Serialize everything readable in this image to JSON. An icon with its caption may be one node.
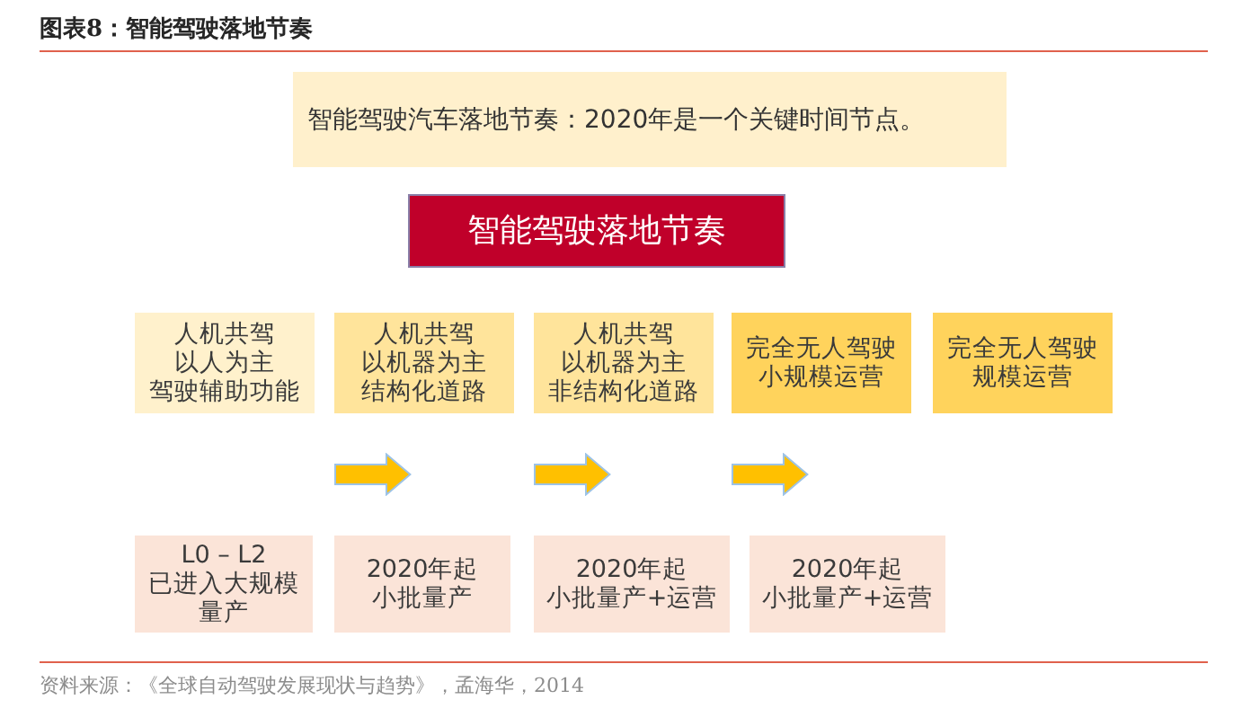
{
  "diagram": {
    "title": "图表8：智能驾驶落地节奏",
    "nodes": [
      {
        "text": [
          "智能驾驶汽车落地节奏：2020年是一个关键时间节点。"
        ]
      },
      {
        "text": [
          "智能驾驶落地节奏"
        ]
      },
      {
        "text": [
          "人机共驾",
          "以人为主",
          "驾驶辅助功能"
        ]
      },
      {
        "text": [
          "人机共驾",
          "以机器为主",
          "结构化道路"
        ]
      },
      {
        "text": [
          "人机共驾",
          "以机器为主",
          "非结构化道路"
        ]
      },
      {
        "text": [
          "完全无人驾驶",
          "小规模运营"
        ]
      },
      {
        "text": [
          "完全无人驾驶",
          "规模运营"
        ]
      },
      {
        "text": [
          "L0 – L2",
          "已进入大规模量产"
        ]
      },
      {
        "text": [
          "2020年起",
          "小批量产"
        ]
      },
      {
        "text": [
          "2020年起",
          "小批量产+运营"
        ]
      },
      {
        "text": [
          "2020年起",
          "小批量产+运营"
        ]
      }
    ],
    "edges": [
      {
        "from": 8,
        "to": 3,
        "arrow": "to"
      },
      {
        "from": 4,
        "to": 9,
        "arrow": "to"
      },
      {
        "from": 5,
        "to": 10,
        "arrow": "to"
      }
    ],
    "caption": "资料来源：《全球自动驾驶发展现状与趋势》，孟海华，2014"
  }
}
